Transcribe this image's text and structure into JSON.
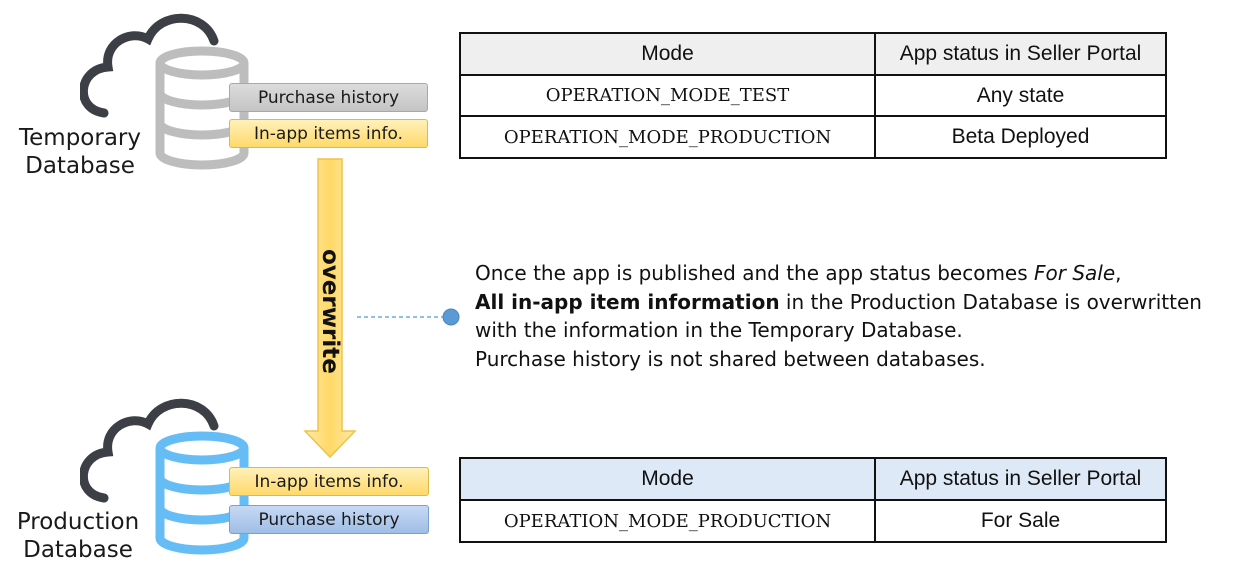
{
  "temporary_db": {
    "label_line1": "Temporary",
    "label_line2": "Database",
    "tags": [
      "Purchase history",
      "In-app items info."
    ]
  },
  "production_db": {
    "label_line1": "Production",
    "label_line2": "Database",
    "tags": [
      "In-app items info.",
      "Purchase history"
    ]
  },
  "arrow": {
    "label": "overwrite",
    "color": "#ffd966"
  },
  "table_top": {
    "headers": [
      "Mode",
      "App status in Seller Portal"
    ],
    "header_bg": "#efefef",
    "rows": [
      [
        "OPERATION_MODE_TEST",
        "Any state"
      ],
      [
        "OPERATION_MODE_PRODUCTION",
        "Beta Deployed"
      ]
    ]
  },
  "table_bottom": {
    "headers": [
      "Mode",
      "App status in Seller Portal"
    ],
    "header_bg": "#dde9f7",
    "rows": [
      [
        "OPERATION_MODE_PRODUCTION",
        "For Sale"
      ]
    ]
  },
  "note": {
    "line1_prefix": "Once the app is published and the app status becomes ",
    "line1_emph": "For Sale",
    "line1_suffix": ",",
    "line2_bold": "All in-app item information",
    "line2_rest": " in the Production Database is overwritten",
    "line3": "with the information in the Temporary Database.",
    "line4": "Purchase history is not shared between databases."
  },
  "colors": {
    "cloud_stroke": "#3c3f45",
    "temp_db_stroke": "#bdbdbd",
    "prod_db_stroke": "#66bdf5",
    "connector": "#6aaee0"
  }
}
